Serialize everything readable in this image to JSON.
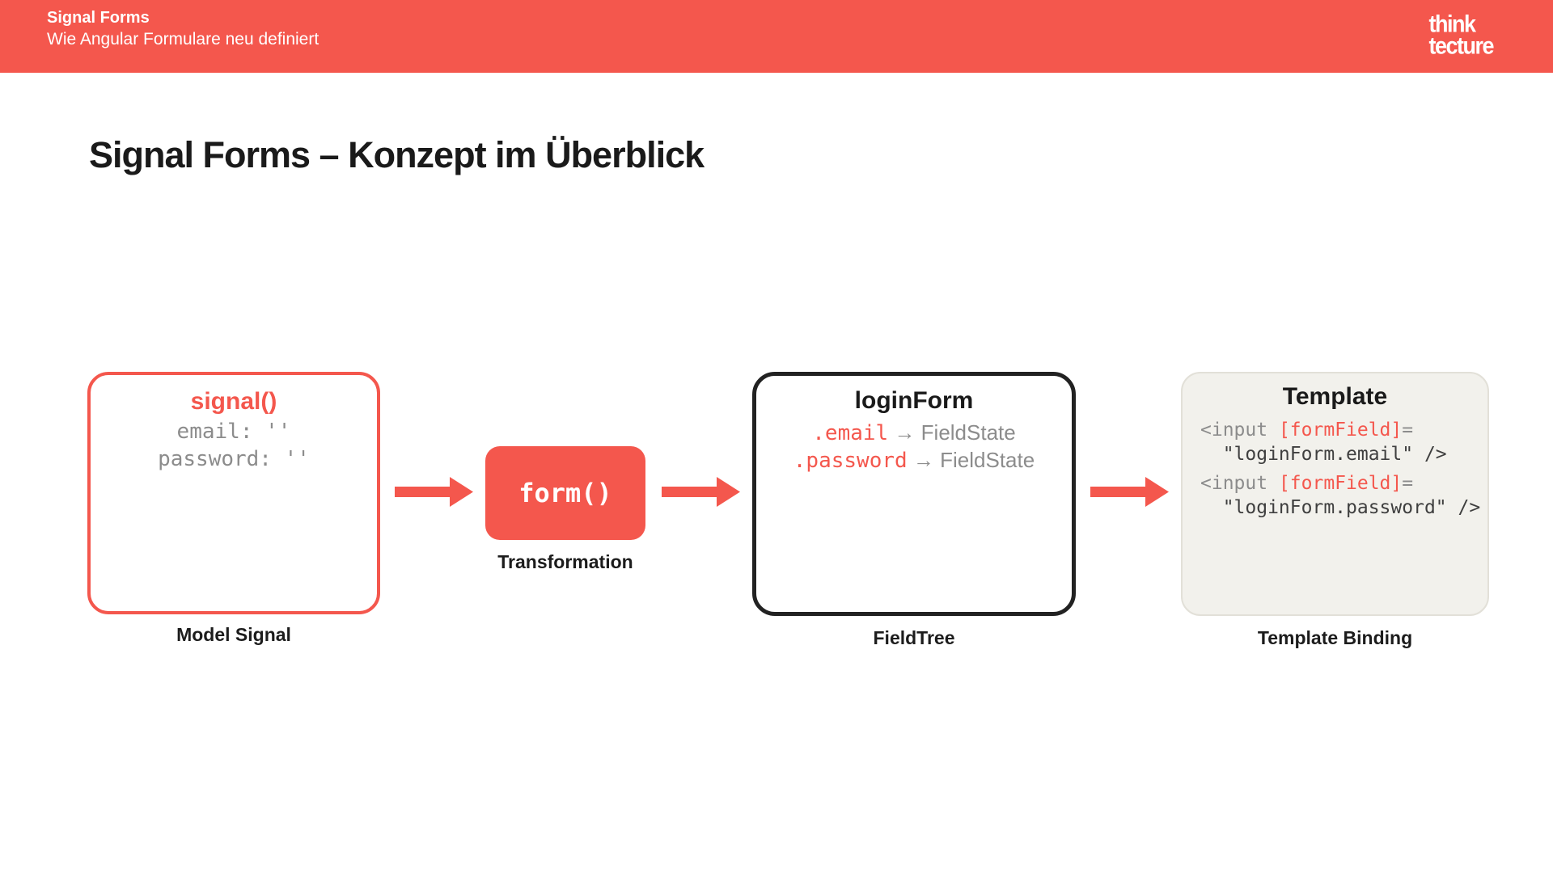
{
  "colors": {
    "accent": "#F4574D",
    "code_gray": "#8C8C8C",
    "code_dark": "#3F3F3F",
    "dark_border": "#222222",
    "template_bg": "#F2F1EC",
    "template_border": "#E2E0D8",
    "label": "#1C1C1C"
  },
  "header": {
    "title": "Signal Forms",
    "subtitle": "Wie Angular Formulare neu definiert",
    "logo": {
      "line1": "think",
      "line2": "tecture"
    }
  },
  "slide": {
    "title": "Signal Forms – Konzept im Überblick"
  },
  "diagram": {
    "model_signal": {
      "title": "signal()",
      "line1": "email: ''",
      "line2": "password: ''",
      "label": "Model Signal"
    },
    "transformation": {
      "title": "form()",
      "label": "Transformation"
    },
    "field_tree": {
      "title": "loginForm",
      "rows": [
        {
          "field": ".email",
          "arrow": "→",
          "state": "FieldState"
        },
        {
          "field": ".password",
          "arrow": "→",
          "state": "FieldState"
        }
      ],
      "label": "FieldTree"
    },
    "template": {
      "title": "Template",
      "code": {
        "line1_pre": "<input ",
        "line1_field": "[formField]",
        "line1_eq": "=",
        "line2": "  \"loginForm.email\" />",
        "line3_pre": "<input ",
        "line3_field": "[formField]",
        "line3_eq": "=",
        "line4": "  \"loginForm.password\" />"
      },
      "label": "Template Binding"
    }
  }
}
